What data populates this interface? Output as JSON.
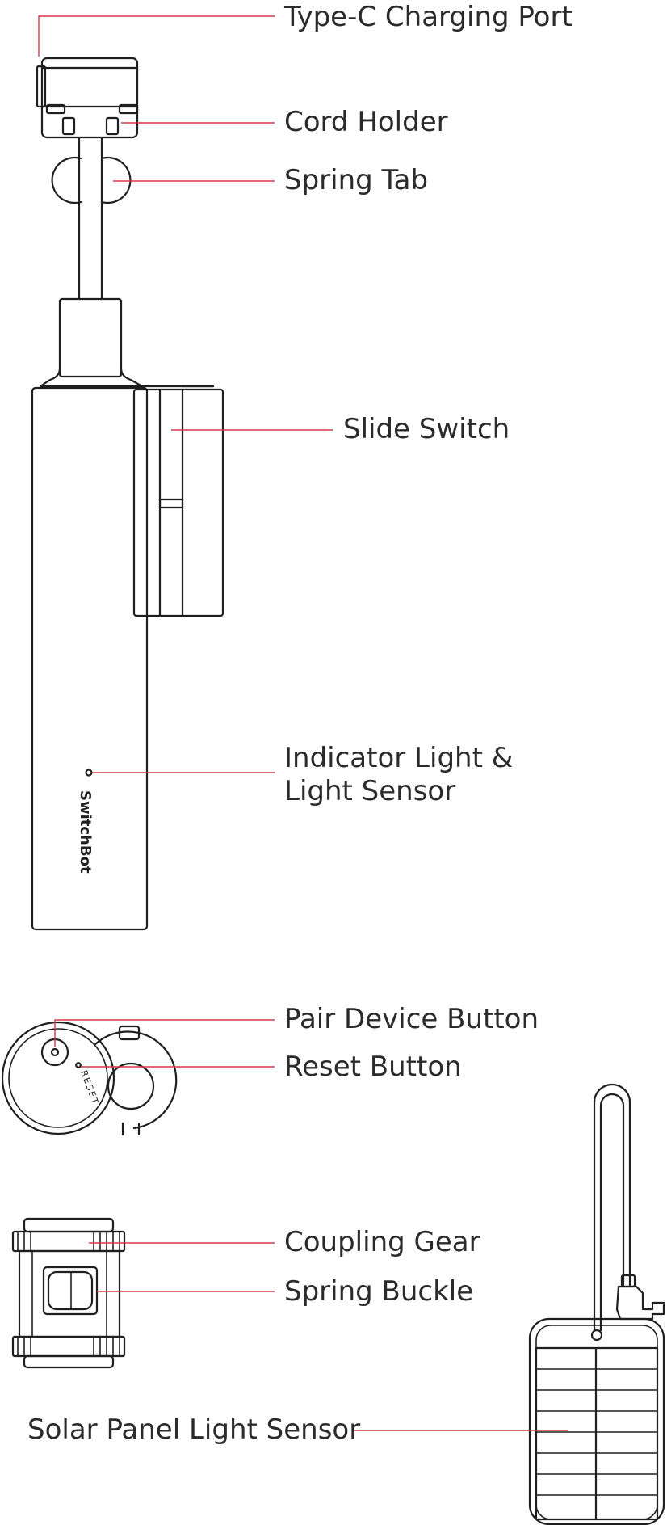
{
  "labels": {
    "type_c_port": "Type-C Charging Port",
    "cord_holder": "Cord Holder",
    "spring_tab": "Spring Tab",
    "slide_switch": "Slide Switch",
    "indicator_line1": "Indicator Light &",
    "indicator_line2": "Light Sensor",
    "pair_button": "Pair Device Button",
    "reset_button": "Reset Button",
    "coupling_gear": "Coupling Gear",
    "spring_buckle": "Spring Buckle",
    "solar_sensor": "Solar Panel Light Sensor"
  },
  "device_marks": {
    "brand": "SwitchBot",
    "reset_engraving": "RESET"
  },
  "colors": {
    "leader_line": "#d43a4a",
    "outline": "#1f1f1f",
    "text": "#2b2b2b"
  }
}
